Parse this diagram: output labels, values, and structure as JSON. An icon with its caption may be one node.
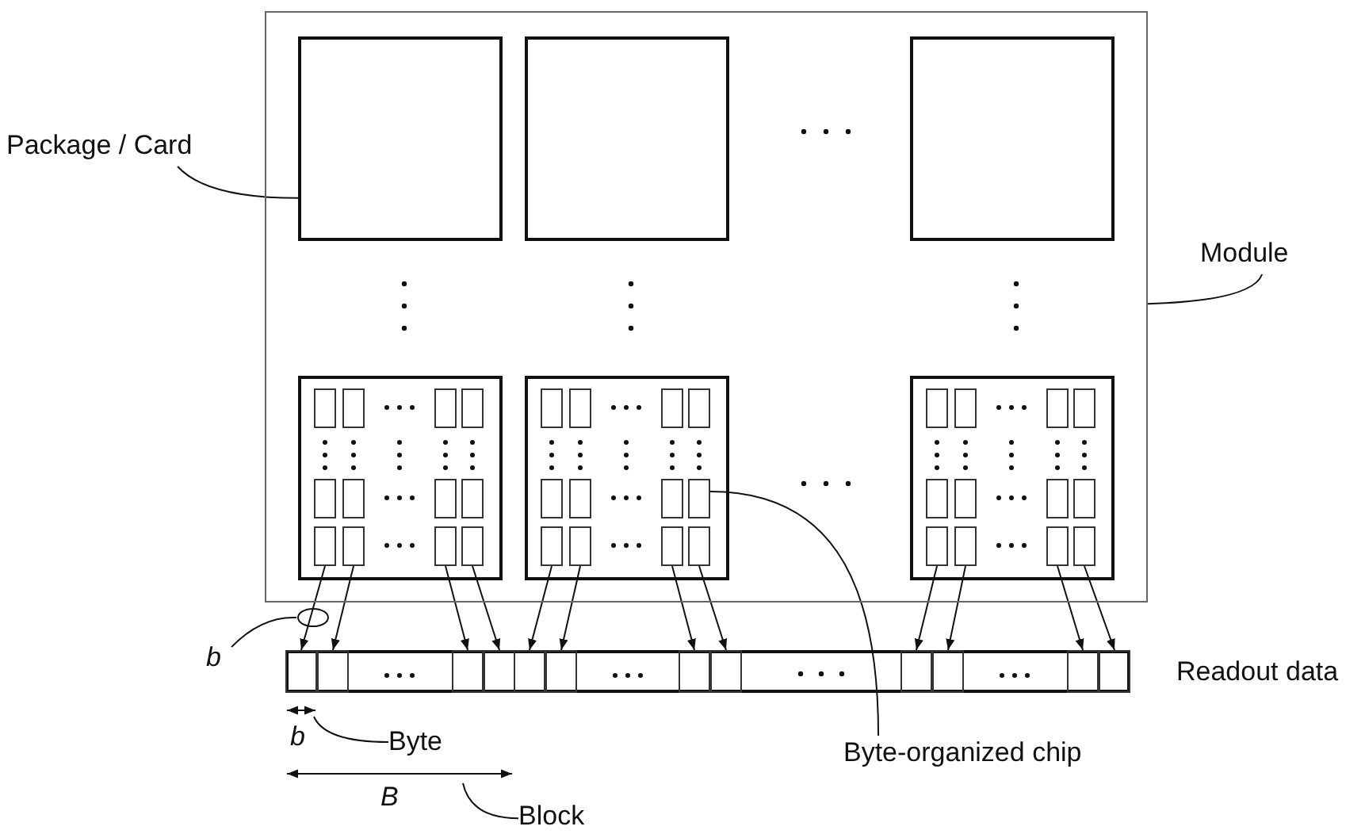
{
  "diagram": {
    "nodes": [
      {
        "text": [
          "Package / Card"
        ]
      },
      {
        "text": [
          "Module"
        ]
      },
      {
        "text": [],
        "shape": "box"
      },
      {
        "text": [],
        "shape": "box",
        "in": 2
      },
      {
        "text": [],
        "shape": "box",
        "in": 2
      },
      {
        "text": [],
        "shape": "box",
        "in": 2
      },
      {
        "text": [],
        "shape": "box",
        "in": 2
      },
      {
        "text": [],
        "shape": "box",
        "in": 2
      },
      {
        "text": [],
        "shape": "box",
        "in": 2
      },
      {
        "text": [],
        "shape": "box",
        "in": 6
      },
      {
        "text": [],
        "shape": "box",
        "in": 6
      },
      {
        "text": [],
        "shape": "box",
        "in": 6
      },
      {
        "text": [],
        "shape": "box",
        "in": 6
      },
      {
        "text": [],
        "shape": "box",
        "in": 6
      },
      {
        "text": [],
        "shape": "box",
        "in": 6
      },
      {
        "text": [],
        "shape": "box",
        "in": 6
      },
      {
        "text": [],
        "shape": "box",
        "in": 6
      },
      {
        "text": [],
        "shape": "box",
        "in": 6
      },
      {
        "text": [],
        "shape": "box",
        "in": 6
      },
      {
        "text": [],
        "shape": "box",
        "in": 6
      },
      {
        "text": [],
        "shape": "box",
        "in": 6
      },
      {
        "text": [],
        "shape": "box",
        "in": 7
      },
      {
        "text": [],
        "shape": "box",
        "in": 7
      },
      {
        "text": [],
        "shape": "box",
        "in": 7
      },
      {
        "text": [],
        "shape": "box",
        "in": 7
      },
      {
        "text": [],
        "shape": "box",
        "in": 7
      },
      {
        "text": [],
        "shape": "box",
        "in": 7
      },
      {
        "text": [],
        "shape": "box",
        "in": 7
      },
      {
        "text": [],
        "shape": "box",
        "in": 7
      },
      {
        "text": [],
        "shape": "box",
        "in": 7
      },
      {
        "text": [],
        "shape": "box",
        "in": 7
      },
      {
        "text": [],
        "shape": "box",
        "in": 7
      },
      {
        "text": [],
        "shape": "box",
        "in": 7
      },
      {
        "text": [],
        "shape": "box",
        "in": 8
      },
      {
        "text": [],
        "shape": "box",
        "in": 8
      },
      {
        "text": [],
        "shape": "box",
        "in": 8
      },
      {
        "text": [],
        "shape": "box",
        "in": 8
      },
      {
        "text": [],
        "shape": "box",
        "in": 8
      },
      {
        "text": [],
        "shape": "box",
        "in": 8
      },
      {
        "text": [],
        "shape": "box",
        "in": 8
      },
      {
        "text": [],
        "shape": "box",
        "in": 8
      },
      {
        "text": [],
        "shape": "box",
        "in": 8
      },
      {
        "text": [],
        "shape": "box",
        "in": 8
      },
      {
        "text": [],
        "shape": "box",
        "in": 8
      },
      {
        "text": [],
        "shape": "box",
        "in": 8
      },
      {
        "text": [],
        "shape": "bar"
      },
      {
        "text": [],
        "shape": "box",
        "in": 45
      },
      {
        "text": [],
        "shape": "box",
        "in": 45
      },
      {
        "text": [],
        "shape": "box",
        "in": 45
      },
      {
        "text": [],
        "shape": "box",
        "in": 45
      },
      {
        "text": [],
        "shape": "box",
        "in": 45
      },
      {
        "text": [],
        "shape": "box",
        "in": 45
      },
      {
        "text": [],
        "shape": "box",
        "in": 45
      },
      {
        "text": [],
        "shape": "box",
        "in": 45
      },
      {
        "text": [],
        "shape": "box",
        "in": 45
      },
      {
        "text": [],
        "shape": "box",
        "in": 45
      },
      {
        "text": [],
        "shape": "box",
        "in": 45
      },
      {
        "text": [],
        "shape": "box",
        "in": 45
      },
      {
        "text": [],
        "shape": "circle"
      },
      {
        "text": [
          "b"
        ]
      },
      {
        "text": [
          "Byte"
        ]
      },
      {
        "text": [
          "Block"
        ]
      },
      {
        "text": [
          "Byte-organized chip"
        ]
      }
    ],
    "edges": [
      {
        "from": 0,
        "to": 3,
        "arrow": "none"
      },
      {
        "from": 1,
        "to": 2,
        "arrow": "none"
      },
      {
        "from": 17,
        "to": 46,
        "arrow": "to"
      },
      {
        "from": 18,
        "to": 47,
        "arrow": "to"
      },
      {
        "from": 19,
        "to": 48,
        "arrow": "to"
      },
      {
        "from": 20,
        "to": 49,
        "arrow": "to"
      },
      {
        "from": 29,
        "to": 50,
        "arrow": "to"
      },
      {
        "from": 30,
        "to": 51,
        "arrow": "to"
      },
      {
        "from": 31,
        "to": 52,
        "arrow": "to"
      },
      {
        "from": 32,
        "to": 53,
        "arrow": "to"
      },
      {
        "from": 41,
        "to": 54,
        "arrow": "to"
      },
      {
        "from": 42,
        "to": 55,
        "arrow": "to"
      },
      {
        "from": 43,
        "to": 56,
        "arrow": "to"
      },
      {
        "from": 44,
        "to": 57,
        "arrow": "to"
      },
      {
        "from": 59,
        "to": 58,
        "arrow": "none"
      },
      {
        "from": 60,
        "to": null,
        "arrow": "none"
      },
      {
        "from": 61,
        "to": null,
        "arrow": "none"
      },
      {
        "from": 62,
        "to": 28,
        "arrow": "none"
      }
    ],
    "labels": [
      "b",
      "B",
      "Readout data"
    ]
  }
}
